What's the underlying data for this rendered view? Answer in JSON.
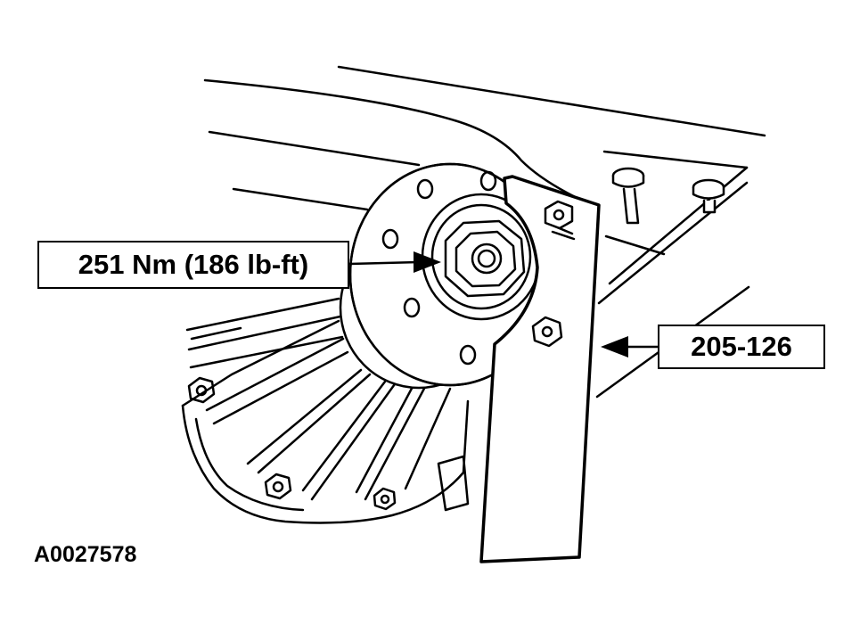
{
  "callouts": {
    "torque": "251 Nm (186 lb-ft)",
    "tool": "205-126"
  },
  "figure_id": "A0027578"
}
